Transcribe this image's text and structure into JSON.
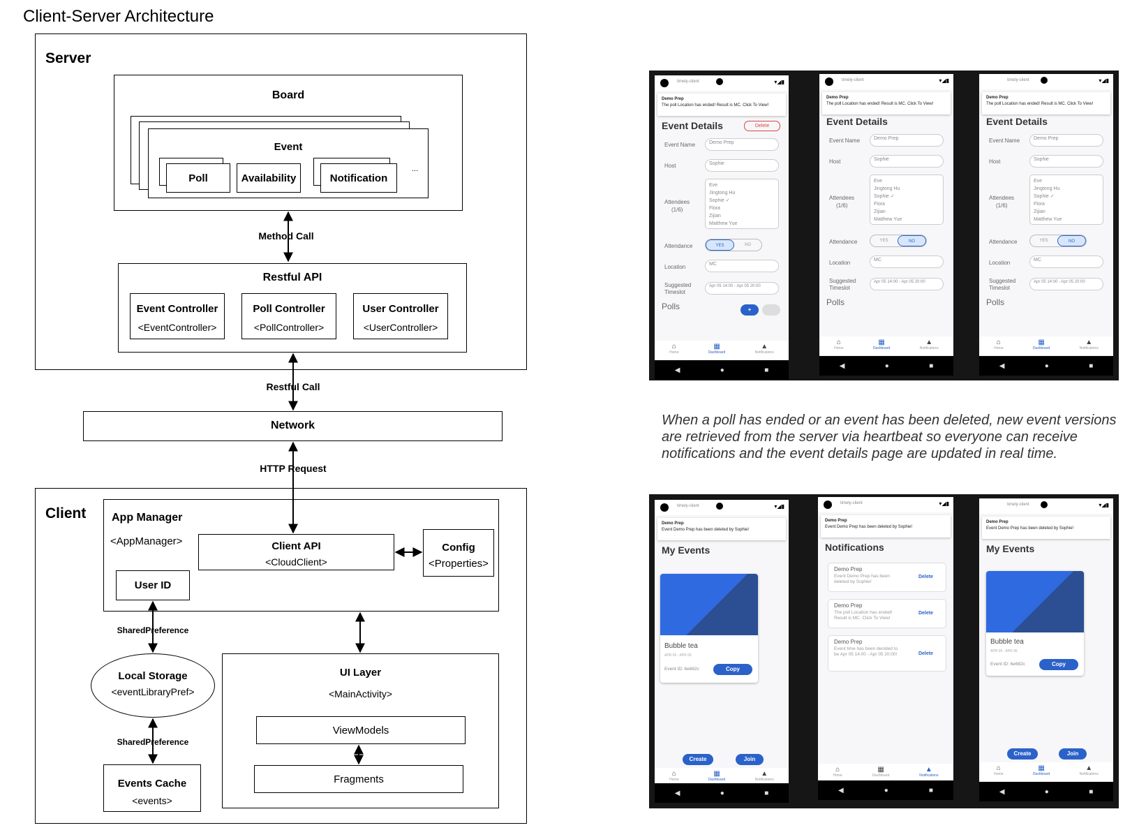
{
  "page_title": "Client-Server Architecture",
  "server": {
    "label": "Server",
    "board": "Board",
    "event": "Event",
    "event_items": [
      "Poll",
      "Availability",
      "Notification"
    ],
    "ellipsis": "...",
    "method_call": "Method Call",
    "restful_api": "Restful API",
    "controllers": [
      {
        "name": "Event Controller",
        "class": "<EventController>"
      },
      {
        "name": "Poll Controller",
        "class": "<PollController>"
      },
      {
        "name": "User Controller",
        "class": "<UserController>"
      }
    ]
  },
  "restful_call": "Restful Call",
  "network": "Network",
  "http_request": "HTTP Request",
  "client": {
    "label": "Client",
    "app_manager": "App Manager",
    "app_manager_class": "<AppManager>",
    "client_api": "Client API",
    "client_api_class": "<CloudClient>",
    "config": "Config",
    "config_class": "<Properties>",
    "user_id": "User ID",
    "shared_pref_1": "SharedPreference",
    "local_storage": "Local Storage",
    "local_storage_class": "<eventLibraryPref>",
    "shared_pref_2": "SharedPreference",
    "events_cache": "Events Cache",
    "events_cache_class": "<events>",
    "ui_layer": "UI Layer",
    "ui_layer_class": "<MainActivity>",
    "viewmodels": "ViewModels",
    "fragments": "Fragments"
  },
  "caption": "When a poll has ended or an event has been deleted, new event versions are retrieved from the server via heartbeat so everyone can receive notifications and the event details page are updated in real time.",
  "phones_top": {
    "app_name": "timely-client",
    "notif_title": "Demo Prep",
    "notif_body": "The poll Location has ended! Result is MC. Click To View!",
    "screen_title": "Event Details",
    "delete_label": "Delete",
    "labels": {
      "event_name": "Event Name",
      "host": "Host",
      "attendees": "Attendees",
      "attendees_count": "(1/6)",
      "attendance": "Attendance",
      "location": "Location",
      "suggested": "Suggested",
      "timeslot": "Timeslot",
      "polls": "Polls"
    },
    "values": {
      "event_name": "Demo Prep",
      "host": "Sophie",
      "attendees": [
        "Eve",
        "Jingtong Hu",
        "Sophie ✓",
        "Flora",
        "Zijian",
        "Matthew Yue"
      ],
      "yes": "YES",
      "no": "NO",
      "location": "MC",
      "timeslot": "Apr 05 14:00 - Apr 05 20:00",
      "add": "+"
    },
    "nav": [
      "Home",
      "Dashboard",
      "Notifications"
    ]
  },
  "phones_bottom": {
    "app_name": "timely-client",
    "notif_title": "Demo Prep",
    "notif_body": "Event Demo Prep has been deleted by Sophie!",
    "my_events": "My Events",
    "notifications_title": "Notifications",
    "card": {
      "title": "Bubble tea",
      "date": "APR 05 - APR 06",
      "event_id": "Event ID: 6e682c",
      "copy": "Copy"
    },
    "create": "Create",
    "join": "Join",
    "notif_cards": [
      {
        "title": "Demo Prep",
        "body": "Event Demo Prep has been deleted by Sophie!",
        "action": "Delete"
      },
      {
        "title": "Demo Prep",
        "body": "The poll Location has ended! Result is MC. Click To View!",
        "action": "Delete"
      },
      {
        "title": "Demo Prep",
        "body": "Event time has been decided to be Apr 05 14:00 - Apr 05 20:00!",
        "action": "Delete"
      }
    ],
    "nav": [
      "Home",
      "Dashboard",
      "Notifications"
    ]
  }
}
